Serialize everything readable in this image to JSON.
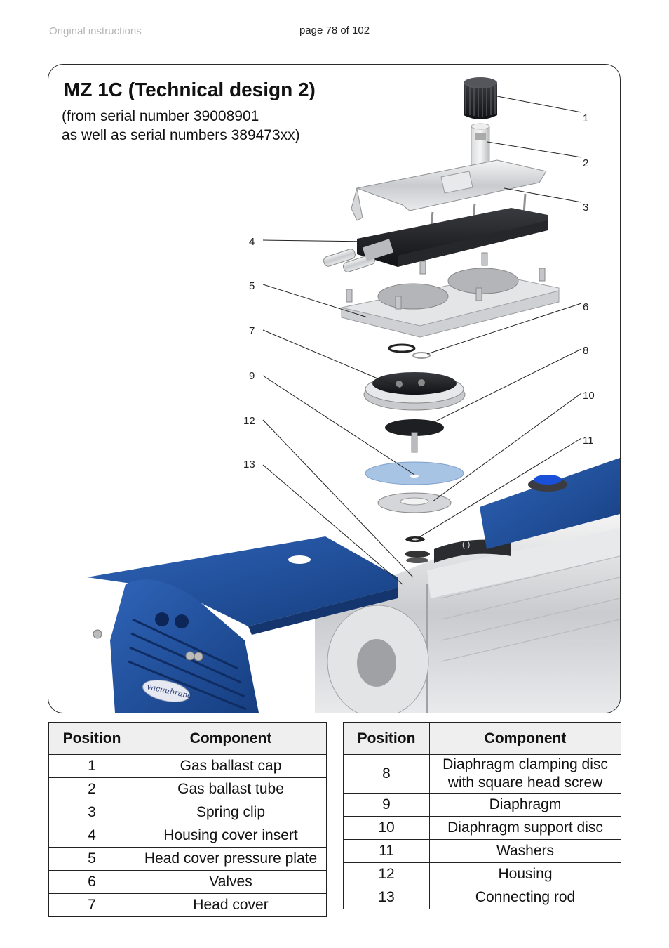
{
  "header": {
    "left_text": "Original instructions",
    "page_text": "page 78 of 102"
  },
  "figure": {
    "title": "MZ 1C (Technical design 2)",
    "subtitle_lines": [
      "(from serial number 39008901",
      "as well as serial numbers 389473xx)"
    ],
    "callouts": [
      "1",
      "2",
      "3",
      "4",
      "5",
      "6",
      "7",
      "8",
      "9",
      "10",
      "11",
      "12",
      "13"
    ],
    "brand_logo_text": "vacuubrand"
  },
  "table_headers": {
    "position": "Position",
    "component": "Component"
  },
  "left_table": [
    {
      "pos": "1",
      "component": "Gas ballast cap"
    },
    {
      "pos": "2",
      "component": "Gas ballast tube"
    },
    {
      "pos": "3",
      "component": "Spring clip"
    },
    {
      "pos": "4",
      "component": "Housing cover insert"
    },
    {
      "pos": "5",
      "component": "Head cover pressure plate"
    },
    {
      "pos": "6",
      "component": "Valves"
    },
    {
      "pos": "7",
      "component": "Head cover"
    }
  ],
  "right_table": [
    {
      "pos": "8",
      "component_lines": [
        "Diaphragm clamping disc",
        "with square head screw"
      ]
    },
    {
      "pos": "9",
      "component": "Diaphragm"
    },
    {
      "pos": "10",
      "component": "Diaphragm support disc"
    },
    {
      "pos": "11",
      "component": "Washers"
    },
    {
      "pos": "12",
      "component": "Housing"
    },
    {
      "pos": "13",
      "component": "Connecting rod"
    }
  ],
  "colors": {
    "pump_blue": "#1f4f9c",
    "frame_border": "#2a2a2a",
    "table_header_bg": "#efefef",
    "header_gray_text": "#b5b5b5"
  }
}
